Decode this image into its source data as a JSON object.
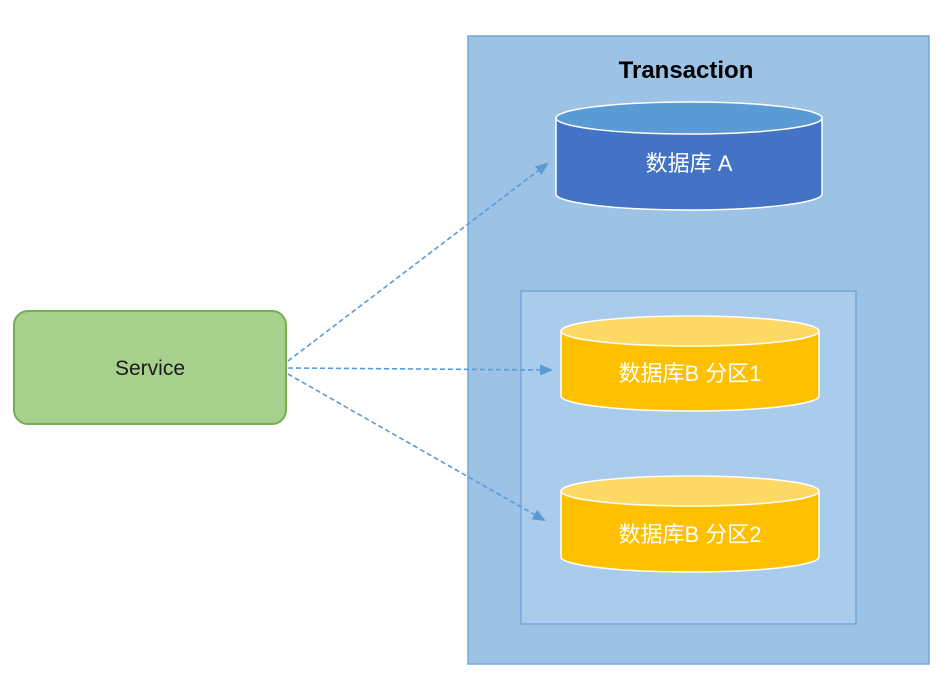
{
  "diagram": {
    "title": "Transaction",
    "service": {
      "label": "Service"
    },
    "databases": [
      {
        "id": "database-a",
        "label": "数据库 A"
      },
      {
        "id": "database-b-partition-1",
        "label": "数据库B 分区1"
      },
      {
        "id": "database-b-partition-2",
        "label": "数据库B 分区2"
      }
    ],
    "colors": {
      "transaction_fill": "#9CC2E5",
      "transaction_border": "#74A7D8",
      "partition_group_fill": "#A9CBEC",
      "partition_group_border": "#74A7D8",
      "database_a_body": "#4472C4",
      "database_a_top": "#5B9BD5",
      "database_b_body": "#FFC000",
      "database_b_top": "#FFD965",
      "service_fill": "#A8D08D",
      "service_border": "#76AE53",
      "arrow": "#5B9BD5",
      "label_text": "#FFFFFF"
    }
  }
}
